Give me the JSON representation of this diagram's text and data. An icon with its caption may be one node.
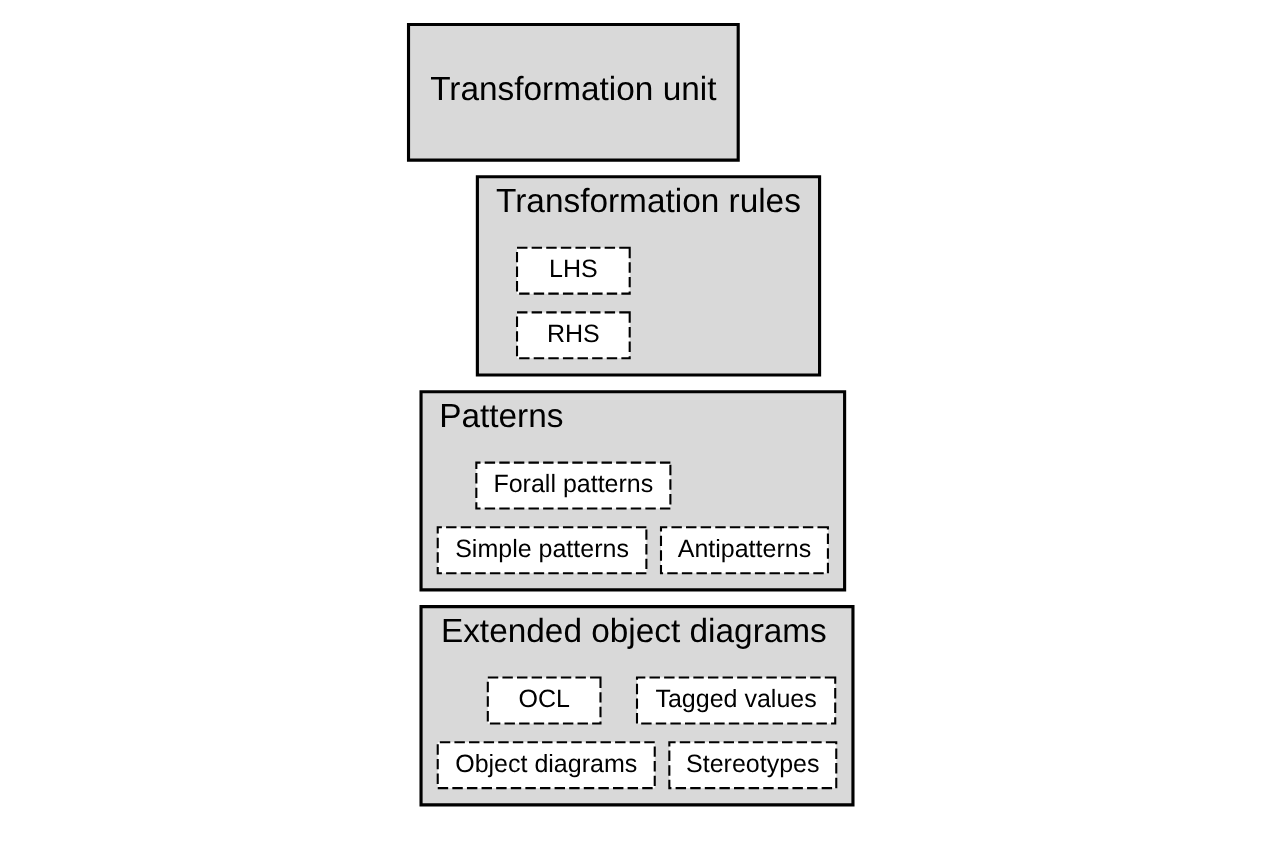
{
  "diagram": {
    "nodes": [
      {
        "text": [
          "Transformation unit"
        ]
      },
      {
        "text": [
          "Transformation rules"
        ]
      },
      {
        "text": [
          "LHS"
        ],
        "in": 1
      },
      {
        "text": [
          "RHS"
        ],
        "in": 1
      },
      {
        "text": [
          "Patterns"
        ]
      },
      {
        "text": [
          "Forall patterns"
        ],
        "in": 4
      },
      {
        "text": [
          "Simple patterns"
        ],
        "in": 4
      },
      {
        "text": [
          "Antipatterns"
        ],
        "in": 4
      },
      {
        "text": [
          "Extended object diagrams"
        ]
      },
      {
        "text": [
          "OCL"
        ],
        "in": 8
      },
      {
        "text": [
          "Tagged values"
        ],
        "in": 8
      },
      {
        "text": [
          "Object diagrams"
        ],
        "in": 8
      },
      {
        "text": [
          "Stereotypes"
        ],
        "in": 8
      }
    ],
    "edges": []
  }
}
